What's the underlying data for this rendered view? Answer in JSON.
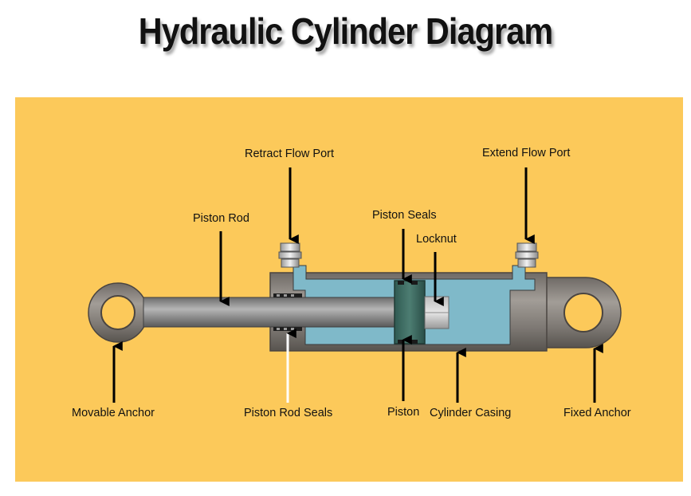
{
  "title": "Hydraulic Cylinder Diagram",
  "colors": {
    "background": "#fcc95a",
    "fluid": "#7fb9c9",
    "steel": "#8a8580",
    "rod": "#8e8e8e",
    "piston": "#3c6a60"
  },
  "labels": {
    "retract_flow_port": "Retract Flow Port",
    "extend_flow_port": "Extend Flow Port",
    "piston_rod": "Piston Rod",
    "piston_seals": "Piston Seals",
    "locknut": "Locknut",
    "movable_anchor": "Movable Anchor",
    "piston_rod_seals": "Piston Rod Seals",
    "piston": "Piston",
    "cylinder_casing": "Cylinder Casing",
    "fixed_anchor": "Fixed Anchor"
  }
}
